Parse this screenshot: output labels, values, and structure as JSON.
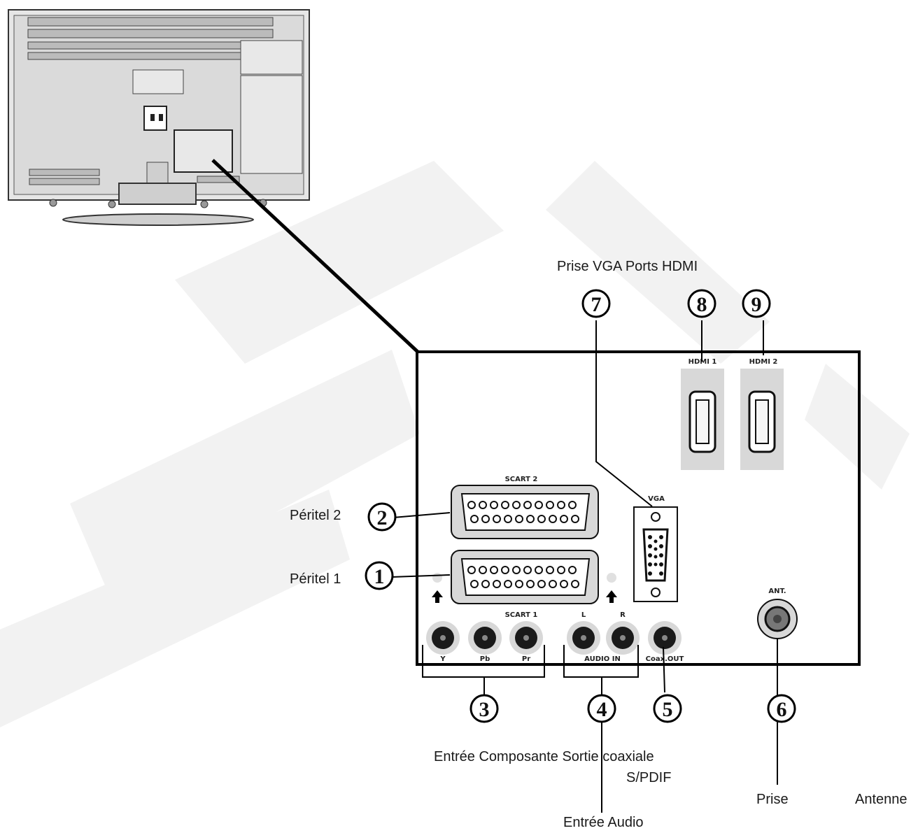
{
  "labels": {
    "vga_hdmi": "Prise VGA Ports HDMI",
    "peritel2": "Péritel 2",
    "peritel1": "Péritel 1",
    "composante": "Entrée Composante Sortie coaxiale",
    "spdif": "S/PDIF",
    "audio": "Entrée Audio",
    "prise": "Prise",
    "antenne": "Antenne"
  },
  "panel_text": {
    "hdmi1": "HDMI 1",
    "hdmi2": "HDMI 2",
    "scart2": "SCART 2",
    "scart1": "SCART 1",
    "vga": "VGA",
    "ant": "ANT.",
    "L": "L",
    "R": "R",
    "Y": "Y",
    "Pb": "Pb",
    "Pr": "Pr",
    "audio_in": "AUDIO IN",
    "coax_out": "Coax.OUT"
  },
  "callouts": [
    "1",
    "2",
    "3",
    "4",
    "5",
    "6",
    "7",
    "8",
    "9"
  ],
  "colors": {
    "ink": "#111111",
    "panel_gray": "#d8d8d8",
    "watermark": "#f1f1f1"
  }
}
